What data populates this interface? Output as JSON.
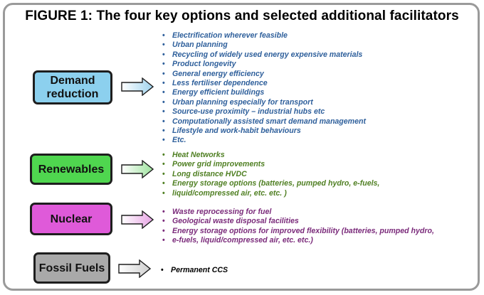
{
  "title": "FIGURE 1: The four key options and selected additional facilitators",
  "colors": {
    "demand": "#8cd0ee",
    "renewables": "#4fd64f",
    "nuclear": "#df5ad9",
    "fossil": "#a9a9a9",
    "demand_text": "#2e5f9b",
    "renewables_text": "#4f7f22",
    "nuclear_text": "#7a2a7a",
    "fossil_text": "#000000"
  },
  "options": [
    {
      "label": "Demand reduction",
      "items": [
        "Electrification wherever feasible",
        "Urban planning",
        "Recycling of widely used energy expensive materials",
        "Product longevity",
        "General energy efficiency",
        "Less fertiliser dependence",
        "Energy efficient buildings",
        "Urban planning especially for transport",
        "Source-use proximity – industrial hubs etc",
        "Computationally assisted smart demand management",
        "Lifestyle and work-habit behaviours",
        "Etc."
      ]
    },
    {
      "label": "Renewables",
      "items": [
        "Heat Networks",
        "Power grid improvements",
        "Long distance HVDC",
        "Energy storage options (batteries, pumped hydro, e-fuels,",
        "liquid/compressed air, etc. etc. )"
      ]
    },
    {
      "label": "Nuclear",
      "items": [
        "Waste reprocessing for fuel",
        "Geological waste disposal facilities",
        "Energy storage options for improved flexibility (batteries, pumped hydro,",
        "e-fuels, liquid/compressed air, etc. etc.)"
      ]
    },
    {
      "label": "Fossil Fuels",
      "items": [
        "Permanent CCS"
      ]
    }
  ]
}
